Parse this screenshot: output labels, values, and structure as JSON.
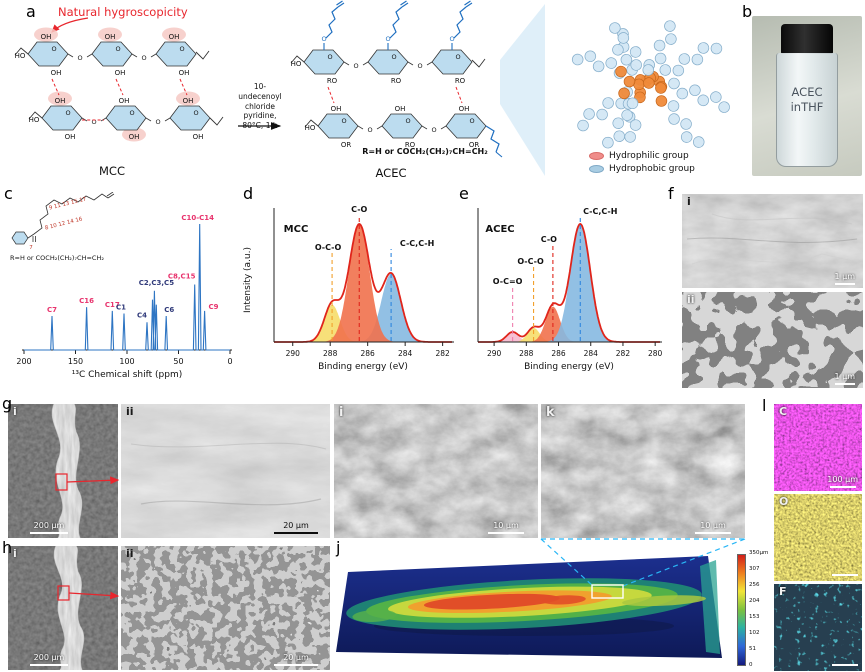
{
  "panel_a": {
    "label": "a",
    "annotation": "Natural hygroscopicity",
    "reaction_lines": [
      "10-undecenoyl",
      "chloride",
      "pyridine,",
      "80°C, 1 h"
    ],
    "mcc_label": "MCC",
    "acec_label": "ACEC",
    "r_group": "R=H or COCH₂(CH₂)₇CH=CH₂",
    "atoms": {
      "oh": "OH",
      "ho": "HO",
      "o": "O",
      "ro": "RO",
      "or": "OR"
    },
    "legend": [
      {
        "label": "Hydrophilic group",
        "color": "#ef8d8a"
      },
      {
        "label": "Hydrophobic group",
        "color": "#a9cde3"
      }
    ]
  },
  "panel_b": {
    "label": "b",
    "vial_line1": "ACEC",
    "vial_line2": "inTHF"
  },
  "panel_c": {
    "label": "c",
    "inset_numbers_top": "9    11    13    15    17",
    "inset_numbers_bottom": "8    10    12    14    16",
    "inset_number_seven": "7",
    "inset_r_group": "R=H or COCH₂(CH₂)₇CH=CH₂"
  },
  "panel_d": {
    "label": "d"
  },
  "panel_e": {
    "label": "e"
  },
  "panel_f": {
    "label": "f",
    "images": [
      {
        "sub": "i",
        "scale": "1 μm"
      },
      {
        "sub": "ii",
        "scale": "1 μm"
      }
    ]
  },
  "panel_g": {
    "label": "g",
    "images": [
      {
        "sub": "i",
        "scale": "200 μm"
      },
      {
        "sub": "ii",
        "scale": "20 μm"
      }
    ]
  },
  "panel_h": {
    "label": "h",
    "images": [
      {
        "sub": "i",
        "scale": "200 μm"
      },
      {
        "sub": "ii",
        "scale": "20 μm"
      }
    ]
  },
  "panel_i": {
    "label": "i",
    "scale": "10 μm"
  },
  "panel_k": {
    "label": "k",
    "scale": "10 μm"
  },
  "panel_j": {
    "label": "j",
    "colorbar": [
      "350μm",
      "307",
      "256",
      "204",
      "153",
      "102",
      "51",
      "0"
    ]
  },
  "panel_l": {
    "label": "l",
    "maps": [
      {
        "element": "C",
        "scale": "100 μm",
        "color": "#d81bd8"
      },
      {
        "element": "O",
        "color": "#b9b322"
      },
      {
        "element": "F",
        "color": "#35d4f0"
      }
    ]
  },
  "chart_data": [
    {
      "id": "nmr_acec",
      "type": "line",
      "xlabel": "¹³C Chemical shift (ppm)",
      "x_range": [
        200,
        0
      ],
      "x_ticks": [
        200,
        150,
        100,
        50,
        0
      ],
      "line_color": "#2e75c3",
      "plot": {
        "x0": 22,
        "x1": 228,
        "y0": 158,
        "hmax": 126
      },
      "peaks": [
        {
          "label": "C7",
          "ppm": 172.8,
          "h": 0.27,
          "color": "#e8336d",
          "dx": 0,
          "dy": 0
        },
        {
          "label": "C16",
          "ppm": 139.2,
          "h": 0.34,
          "color": "#e8336d",
          "dx": 0,
          "dy": 0
        },
        {
          "label": "C17",
          "ppm": 114.3,
          "h": 0.31,
          "color": "#e8336d",
          "dx": 0,
          "dy": 0
        },
        {
          "label": "C1",
          "ppm": 102.9,
          "h": 0.29,
          "color": "#303a7a",
          "dx": -3,
          "dy": 0
        },
        {
          "label": "C4",
          "ppm": 80.6,
          "h": 0.22,
          "color": "#303a7a",
          "dx": -5,
          "dy": -1
        },
        {
          "label": "C2,C3,C5",
          "ppm": 73.4,
          "h": 0.47,
          "color": "#303a7a",
          "dx": 2,
          "dy": -2
        },
        {
          "label": "",
          "ppm": 75.2,
          "h": 0.4
        },
        {
          "label": "",
          "ppm": 71.6,
          "h": 0.36
        },
        {
          "label": "C6",
          "ppm": 61.9,
          "h": 0.27,
          "color": "#303a7a",
          "dx": 3,
          "dy": 0
        },
        {
          "label": "C8,C15",
          "ppm": 34.3,
          "h": 0.52,
          "color": "#e8336d",
          "dx": -13,
          "dy": -2
        },
        {
          "label": "C10-C14",
          "ppm": 29.4,
          "h": 1.0,
          "color": "#e8336d",
          "dx": -2,
          "dy": 0
        },
        {
          "label": "C9",
          "ppm": 24.7,
          "h": 0.31,
          "color": "#e8336d",
          "dx": 9,
          "dy": 2
        }
      ]
    },
    {
      "id": "xps_mcc",
      "type": "area",
      "title": "MCC",
      "xlabel": "Binding energy (eV)",
      "ylabel": "Intensity (a.u.)",
      "x_range": [
        291,
        281.5
      ],
      "x_ticks": [
        290,
        288,
        286,
        284,
        282
      ],
      "envelope_color": "#e0251b",
      "plot": {
        "x0": 34,
        "x1": 212,
        "y0": 150,
        "ytop": 26
      },
      "components": [
        {
          "label": "O-C-O",
          "center": 287.9,
          "sigma": 0.42,
          "amp": 0.3,
          "fill": "#f6dd6a",
          "dash": "#f2a02c",
          "label_y": 58,
          "lx": -4
        },
        {
          "label": "C-C,C-H",
          "center": 284.75,
          "sigma": 0.52,
          "amp": 0.55,
          "fill": "#86b9e1",
          "dash": "#2e86de",
          "label_y": 54,
          "lx": 26
        },
        {
          "label": "C-O",
          "center": 286.45,
          "sigma": 0.55,
          "amp": 0.95,
          "fill": "#f1714d",
          "dash": "#e0251b",
          "label_y": 20,
          "lx": 0
        }
      ]
    },
    {
      "id": "xps_acec",
      "type": "area",
      "title": "ACEC",
      "xlabel": "Binding energy (eV)",
      "ylabel": "",
      "x_range": [
        291,
        279.7
      ],
      "x_ticks": [
        290,
        288,
        286,
        284,
        282,
        280
      ],
      "envelope_color": "#e0251b",
      "plot": {
        "x0": 20,
        "x1": 202,
        "y0": 150,
        "ytop": 26
      },
      "components": [
        {
          "label": "O-C=O",
          "center": 288.85,
          "sigma": 0.38,
          "amp": 0.085,
          "fill": "#f6b8cd",
          "dash": "#ef7fae",
          "label_y": 92,
          "lx": -5
        },
        {
          "label": "O-C-O",
          "center": 287.55,
          "sigma": 0.38,
          "amp": 0.12,
          "fill": "#f6dd6a",
          "dash": "#f2a02c",
          "label_y": 72,
          "lx": -3
        },
        {
          "label": "C-O",
          "center": 286.35,
          "sigma": 0.45,
          "amp": 0.3,
          "fill": "#f1714d",
          "dash": "#e0251b",
          "label_y": 50,
          "lx": -4
        },
        {
          "label": "C-C,C-H",
          "center": 284.65,
          "sigma": 0.62,
          "amp": 1.0,
          "fill": "#86b9e1",
          "dash": "#2e86de",
          "label_y": 22,
          "lx": 20
        }
      ]
    }
  ]
}
